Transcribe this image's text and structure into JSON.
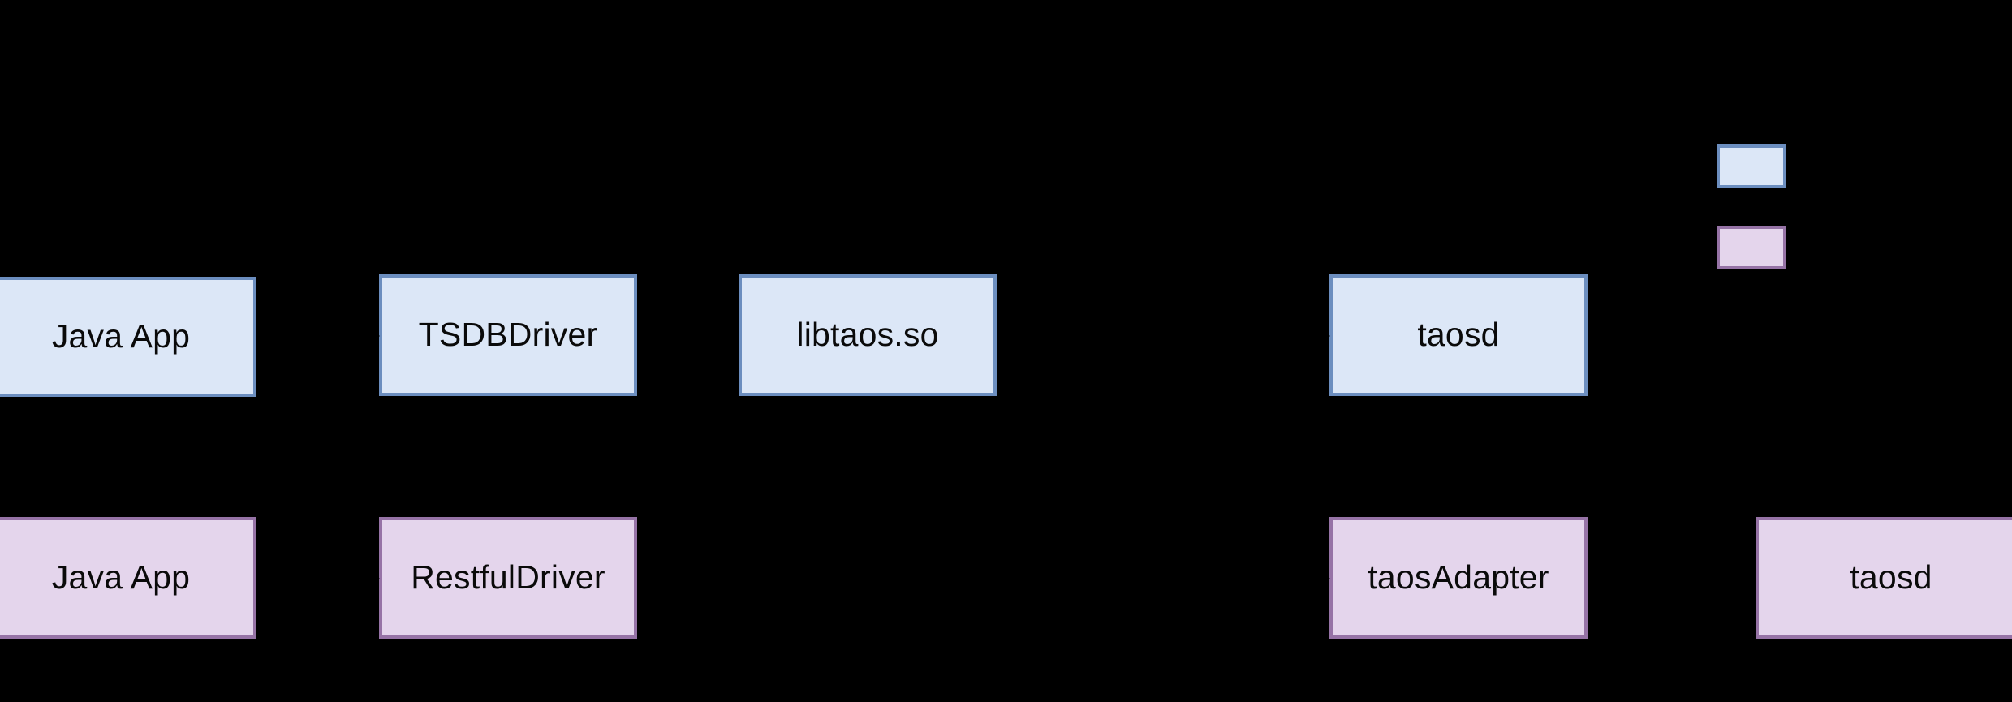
{
  "diagram": {
    "background_color": "#000000",
    "palette": {
      "blue_fill": "#dce7f7",
      "blue_stroke": "#6c8ebf",
      "pink_fill": "#e4d5ec",
      "pink_stroke": "#9673a6",
      "connector_color": "#000000",
      "text_color": "#0a0a0a"
    },
    "rows": [
      {
        "id": "native-connection-row",
        "style": "blue",
        "nodes": [
          {
            "id": "java-app-native",
            "label": "Java App"
          },
          {
            "id": "tsdb-driver",
            "label": "TSDBDriver"
          },
          {
            "id": "libtaos-so",
            "label": "libtaos.so"
          },
          {
            "id": "taosd-native",
            "label": "taosd"
          }
        ]
      },
      {
        "id": "rest-connection-row",
        "style": "pink",
        "nodes": [
          {
            "id": "java-app-rest",
            "label": "Java App"
          },
          {
            "id": "restful-driver",
            "label": "RestfulDriver"
          },
          {
            "id": "taos-adapter",
            "label": "taosAdapter"
          },
          {
            "id": "taosd-rest",
            "label": "taosd"
          }
        ]
      }
    ],
    "connectors": [
      {
        "id": "c-native-1",
        "from": "java-app-native",
        "to": "tsdb-driver",
        "label": ""
      },
      {
        "id": "c-native-2",
        "from": "tsdb-driver",
        "to": "libtaos-so",
        "label": ""
      },
      {
        "id": "c-native-3",
        "from": "libtaos-so",
        "to": "taosd-native",
        "label": ""
      },
      {
        "id": "c-rest-1",
        "from": "java-app-rest",
        "to": "restful-driver",
        "label": ""
      },
      {
        "id": "c-rest-2",
        "from": "restful-driver",
        "to": "taos-adapter",
        "label": ""
      },
      {
        "id": "c-rest-3",
        "from": "taos-adapter",
        "to": "taosd-rest",
        "label": ""
      }
    ],
    "legend": {
      "items": [
        {
          "id": "legend-blue",
          "style": "blue",
          "label": ""
        },
        {
          "id": "legend-pink",
          "style": "pink",
          "label": ""
        }
      ]
    }
  }
}
